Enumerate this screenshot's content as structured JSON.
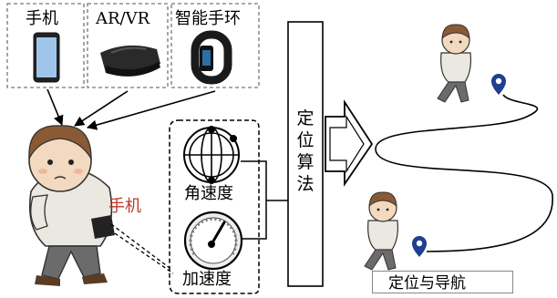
{
  "devices": {
    "phone": "手机",
    "arvr": "AR/VR",
    "band": "智能手环"
  },
  "body_phone_label": "手机",
  "sensors": {
    "gyro": "角速度",
    "accel": "加速度"
  },
  "algorithm": "定位算法",
  "navigation": "定位与导航",
  "colors": {
    "highlight_text": "#c0392b",
    "pin": "#1f3f8f",
    "shirt": "#eae8e2",
    "hair": "#8a5a34",
    "pants": "#6b6b6b"
  },
  "icons": [
    "smartphone-icon",
    "vr-headset-icon",
    "fitness-band-icon",
    "gyroscope-icon",
    "gauge-icon",
    "location-pin-icon",
    "walking-boy-figure"
  ]
}
